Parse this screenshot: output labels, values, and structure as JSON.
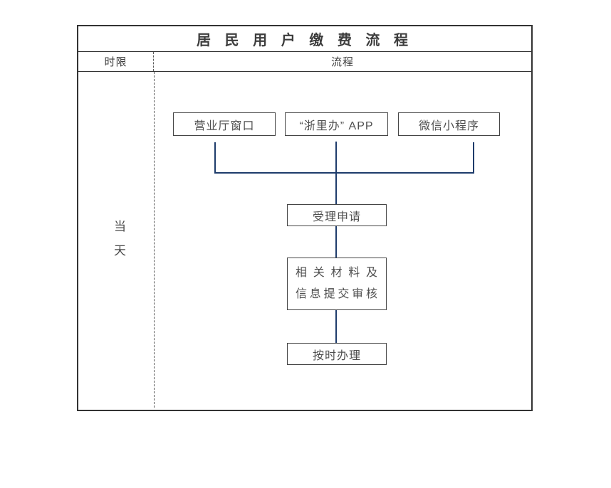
{
  "diagram": {
    "title": "居 民 用 户 缴 费 流 程",
    "header": {
      "time_limit": "时限",
      "process": "流程"
    },
    "time_limit_value": "当天",
    "channels": [
      {
        "label": "营业厅窗口"
      },
      {
        "label": "“浙里办” APP"
      },
      {
        "label": "微信小程序"
      }
    ],
    "steps": [
      {
        "label": "受理申请"
      },
      {
        "line1": "相关材料及",
        "line2": "信息提交审核"
      },
      {
        "label": "按时办理"
      }
    ],
    "colors": {
      "connector": "#1e3c6b",
      "table_border": "#333333",
      "box_border": "#454545",
      "text": "#4f4f4f"
    }
  }
}
